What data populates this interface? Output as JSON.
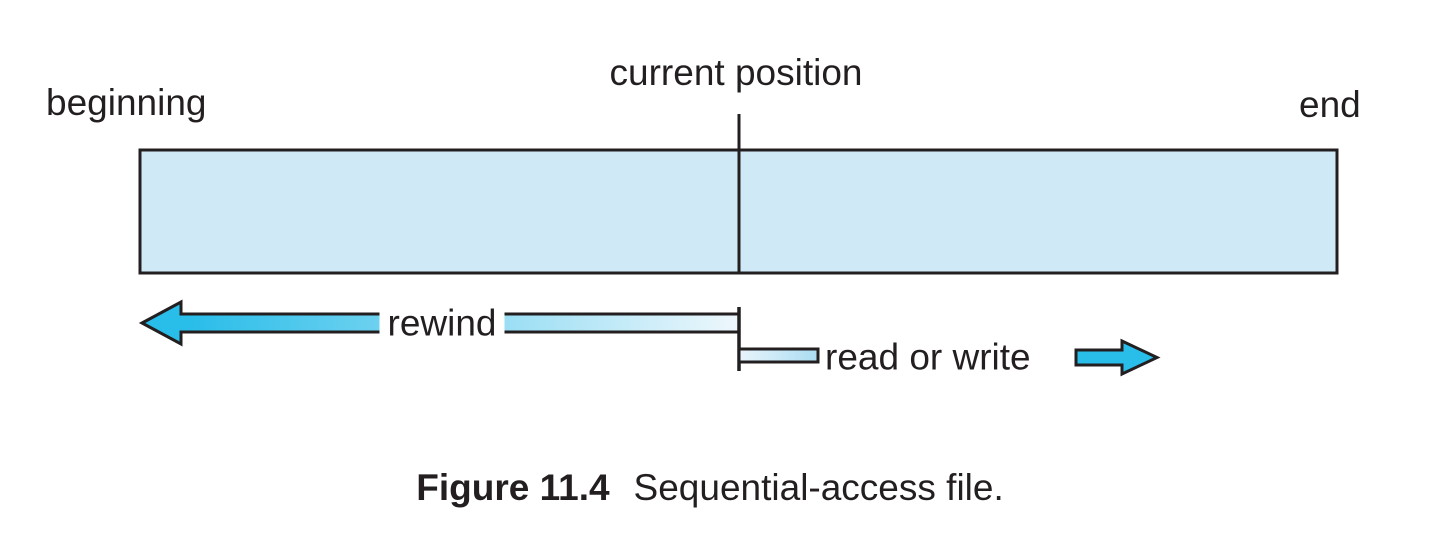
{
  "diagram": {
    "labels": {
      "beginning": "beginning",
      "current_position": "current position",
      "end": "end",
      "rewind": "rewind",
      "read_or_write": "read or write"
    },
    "caption": {
      "figure_label": "Figure 11.4",
      "figure_title": "Sequential-access file."
    },
    "colors": {
      "ink": "#231f20",
      "file_fill": "#cfe9f7",
      "arrow_cyan": "#29bde9",
      "arrow_fade": "#eef7fc",
      "read_bar_start": "#e9f4fb",
      "read_bar_end": "#aadcf2"
    }
  }
}
